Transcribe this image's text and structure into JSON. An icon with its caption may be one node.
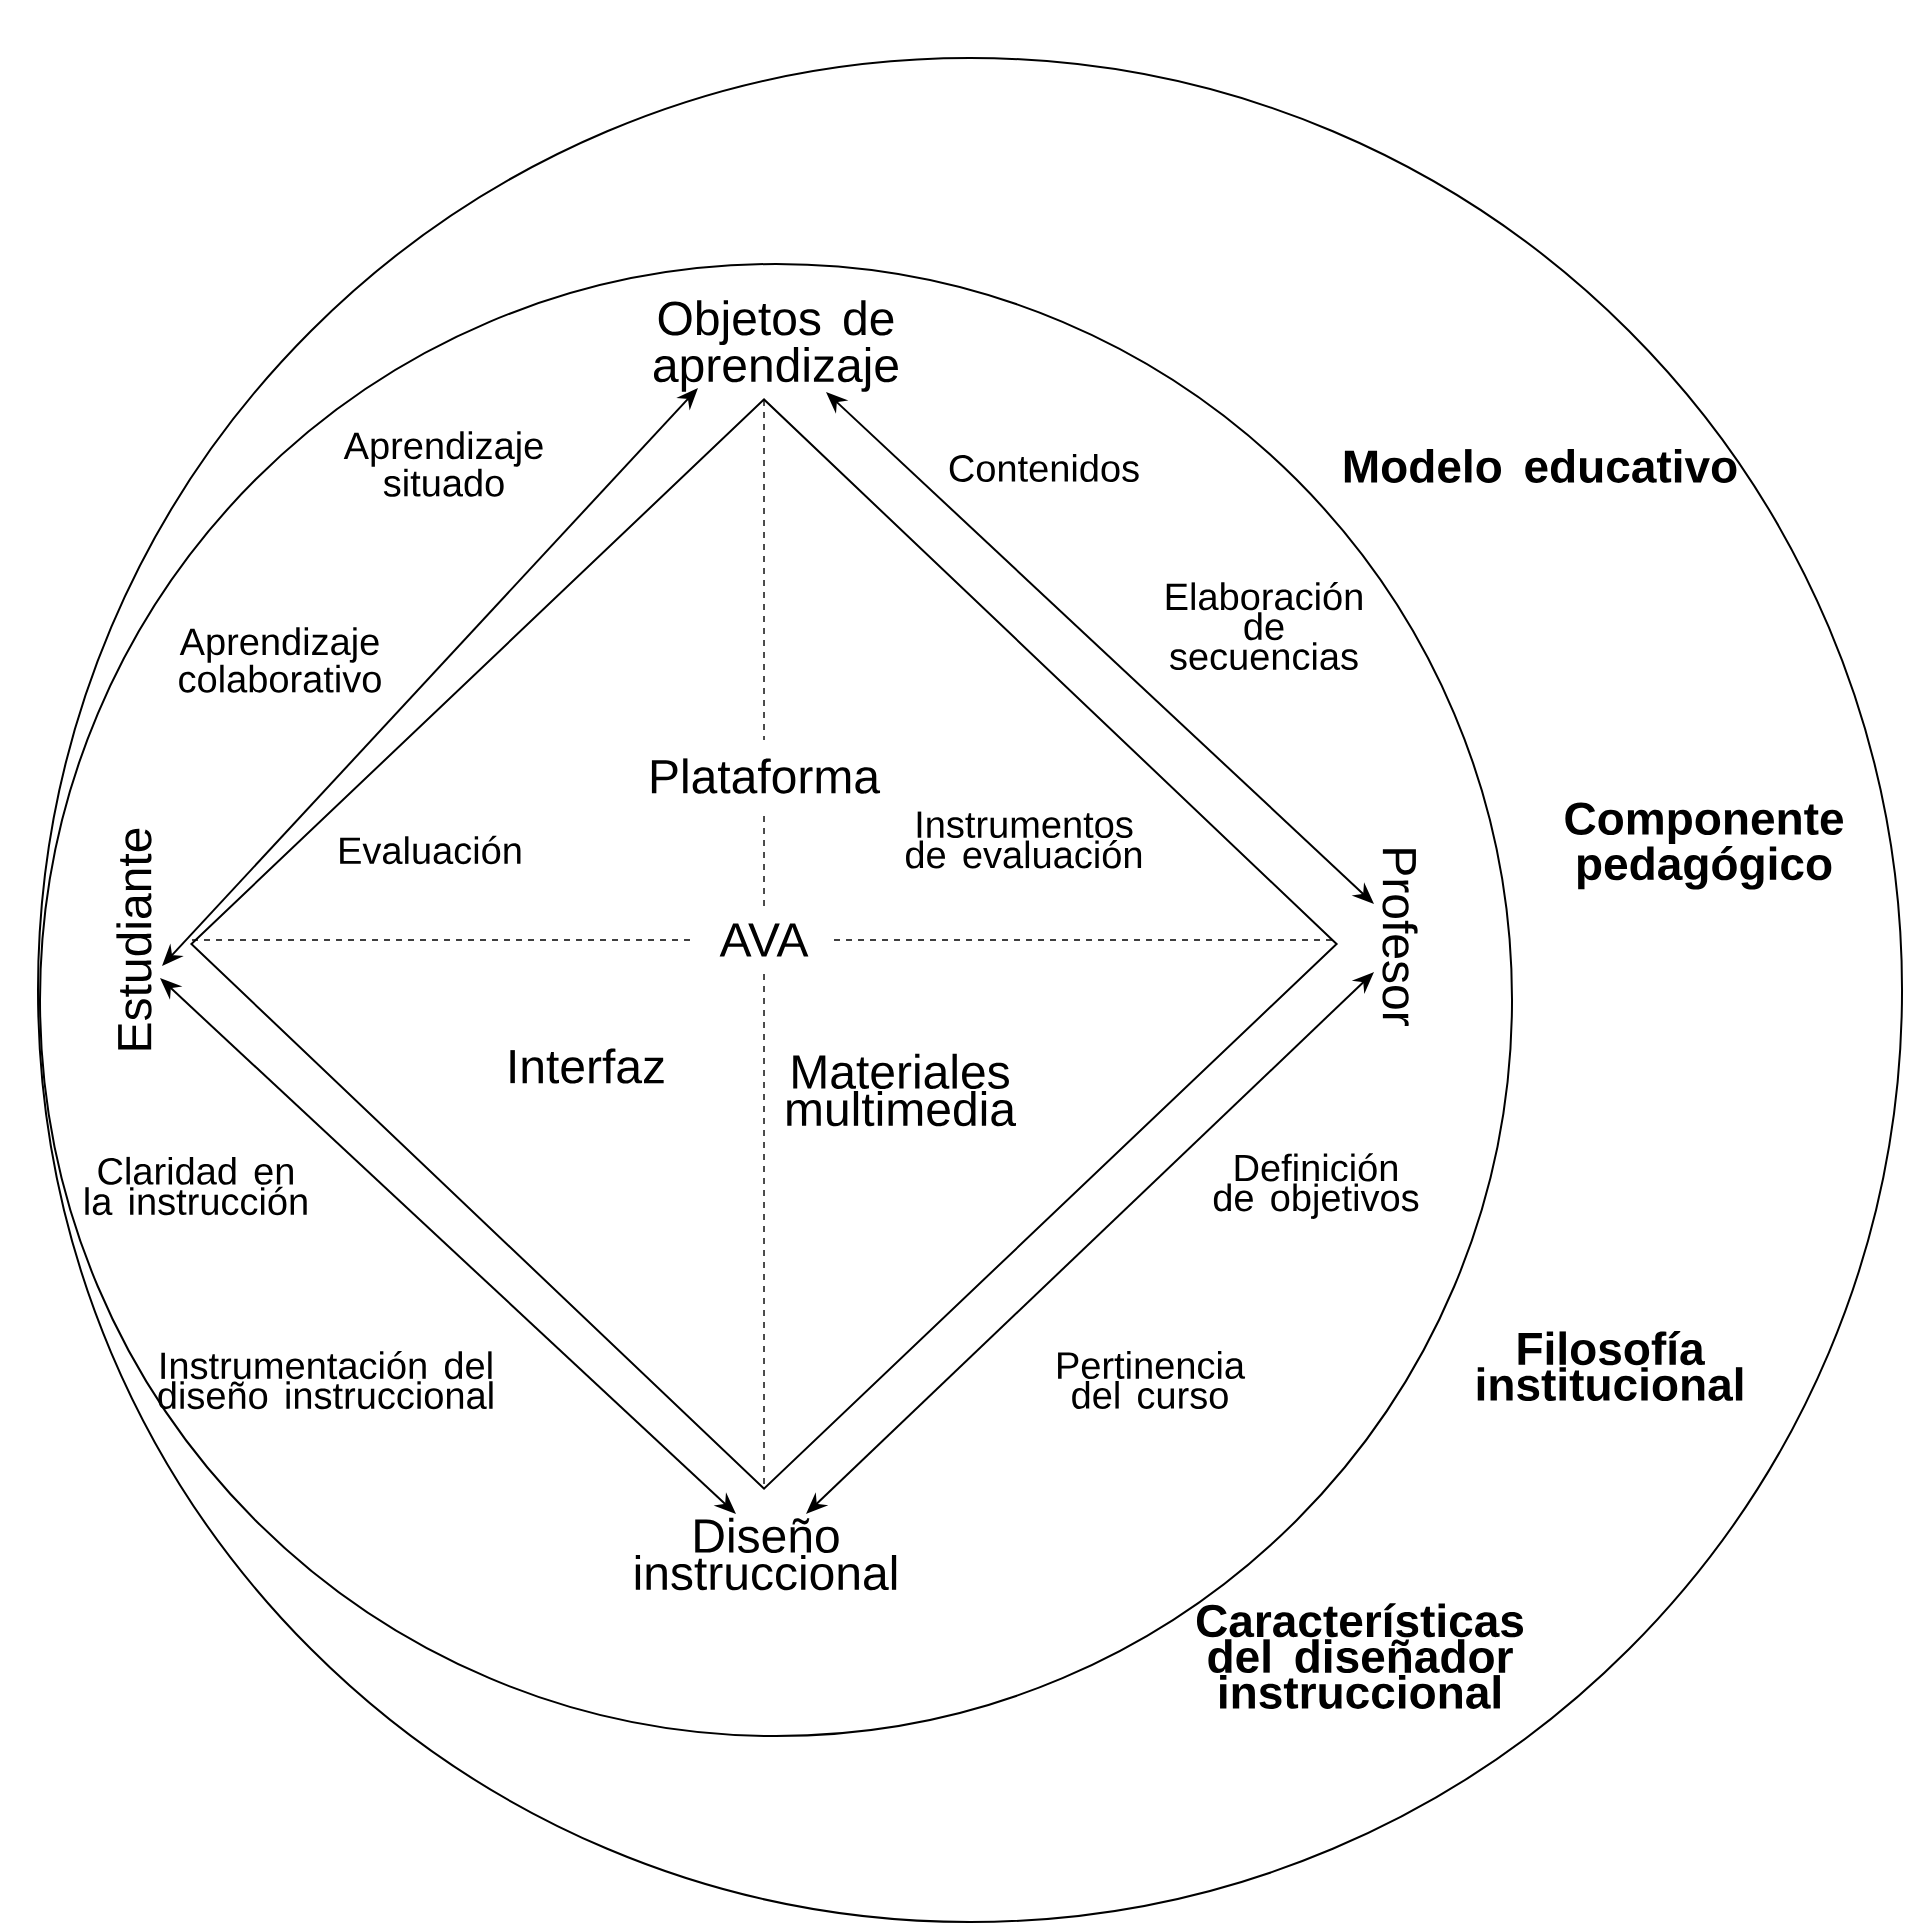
{
  "diagram": {
    "nodes": [
      {
        "text": [
          "Modelo educativo",
          "Componente pedagógico",
          "Filosofía institucional",
          "Características del diseñador instruccional"
        ]
      },
      {
        "text": [],
        "shape": "circle",
        "in": 0
      },
      {
        "text": [
          "Plataforma",
          "Evaluación",
          "Instrumentos de evaluación",
          "AVA",
          "Interfaz",
          "Materiales multimedia"
        ],
        "in": 1
      },
      {
        "text": [
          "Objetos de aprendizaje"
        ],
        "in": 1
      },
      {
        "text": [
          "Estudiante"
        ],
        "in": 1
      },
      {
        "text": [
          "Profesor"
        ],
        "in": 1
      },
      {
        "text": [
          "Diseño instruccional"
        ],
        "in": 1
      }
    ],
    "edges": [
      {
        "from": 4,
        "to": 3,
        "arrow": "both"
      },
      {
        "from": 3,
        "to": 5,
        "arrow": "both"
      },
      {
        "from": 5,
        "to": 6,
        "arrow": "both"
      },
      {
        "from": 6,
        "to": 4,
        "arrow": "both"
      }
    ],
    "labels": [
      "Aprendizaje situado",
      "Contenidos",
      "Elaboración de secuencias",
      "Aprendizaje colaborativo",
      "Claridad en la instrucción",
      "Definición de objetivos",
      "Instrumentación del diseño instruccional",
      "Pertinencia del curso"
    ]
  }
}
